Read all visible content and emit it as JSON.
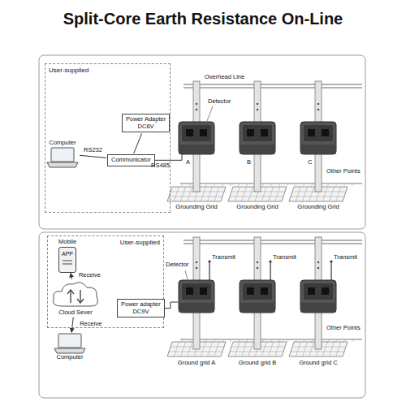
{
  "diagram": {
    "title": "Split-Core Earth Resistance On-Line",
    "nodes": [
      {
        "text": [
          "User-supplied"
        ]
      },
      {
        "text": [
          "Computer"
        ],
        "in": 0
      },
      {
        "text": [
          "Power Adapter",
          "DC6V"
        ],
        "in": 0
      },
      {
        "text": [
          "Communicator"
        ],
        "in": 0
      },
      {
        "text": [
          "User-supplied"
        ]
      },
      {
        "text": [
          "Mobile",
          "APP"
        ],
        "in": 4
      },
      {
        "text": [
          "Cloud Sever"
        ],
        "in": 4
      },
      {
        "text": [
          "Power adapter",
          "DC9V"
        ],
        "in": 4
      },
      {
        "text": [
          "Computer"
        ]
      }
    ],
    "edges": [
      {
        "from": 1,
        "to": 3,
        "label": "RS232",
        "arrow": "none"
      },
      {
        "from": 2,
        "to": 3,
        "arrow": "none"
      },
      {
        "from": 6,
        "to": 5,
        "label": "Receive",
        "arrow": "to"
      },
      {
        "from": 6,
        "to": 8,
        "label": "Receive",
        "arrow": "to"
      }
    ],
    "labels": [
      "RS485",
      "Overhead Line",
      "Detector",
      "Other Points",
      "A",
      "B",
      "C",
      "Grounding Grid",
      "Grounding Grid",
      "Grounding Grid",
      "Detector",
      "Transmit",
      "Transmit",
      "Transmit",
      "Other Points",
      "Ground grid A",
      "Ground grid B",
      "Ground grid C"
    ]
  }
}
